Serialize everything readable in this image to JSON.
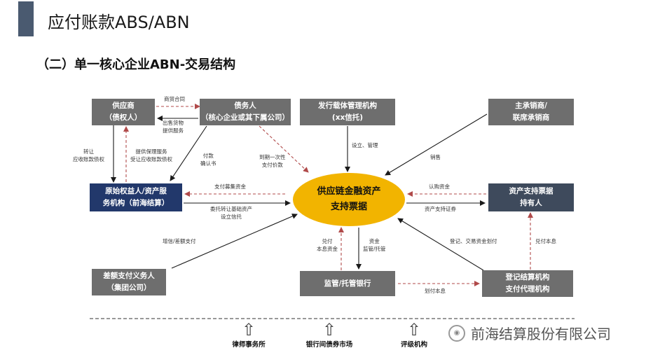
{
  "slide": {
    "title": "应付账款ABS/ABN",
    "section": "（二）单一核心企业ABN-交易结构"
  },
  "boxes": {
    "supplier": [
      "供应商",
      "（债权人）"
    ],
    "debtor": [
      "债务人",
      "（核心企业或其下属公司）"
    ],
    "issuer_manager": [
      "发行载体管理机构",
      "(xx信托)"
    ],
    "underwriter": [
      "主承销商/",
      "联席承销商"
    ],
    "originator": [
      "原始权益人/资产服",
      "务机构（前海结算）"
    ],
    "core": [
      "供应链金融资产",
      "支持票据"
    ],
    "holders": [
      "资产支持票据",
      "持有人"
    ],
    "guarantor": [
      "差额支付义务人",
      "（集团公司）"
    ],
    "custodian": [
      "监管/托管银行"
    ],
    "registrar": [
      "登记结算机构",
      "支付代理机构"
    ]
  },
  "labels": {
    "trade_contract": "商贸合同",
    "goods_services": "出售货物\n提供服务",
    "transfer_receivables": "转让\n应收账款债权",
    "factoring_service": "提供保理服务\n受让应收账款债权",
    "payment_confirmation": "付款\n确认书",
    "one_time_payment": "到期一次性\n支付价款",
    "establish_manage": "设立、管理",
    "sales": "销售",
    "payment_raised": "支付募集资金",
    "entrust_transfer": "委托转让基础资产\n设立信托",
    "subscription": "认购资金",
    "abn_product": "资产支持证券",
    "guarantee_payment": "增信/差额支付",
    "cash_principal_interest": "兑付\n本息资金",
    "funds_supervision": "资金\n监管/托管",
    "registration": "登记、交易资金划付",
    "cash_principal": "兑付本息",
    "transfer_principal": "划付本息"
  },
  "references": [
    {
      "label": "律师事务所"
    },
    {
      "label": "银行间债券市场"
    },
    {
      "label": "评级机构"
    }
  ],
  "watermark": "前海结算股份有限公司",
  "colors": {
    "gray_box": "#6e6e6e",
    "navy_box": "#22386b",
    "slate_box": "#3e4a5c",
    "core_fill": "#f2b400",
    "dashed_arrow": "#b04a4a",
    "solid_arrow": "#1a1a1a"
  }
}
